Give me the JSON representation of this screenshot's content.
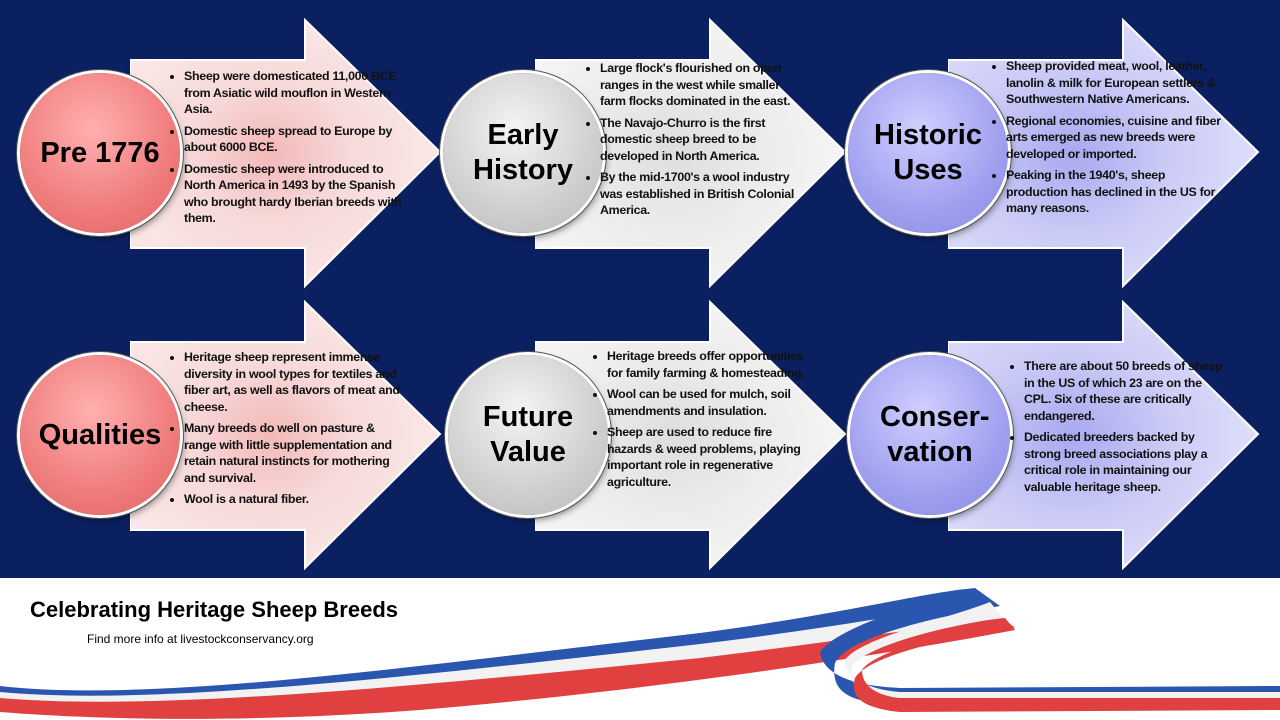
{
  "panels": [
    {
      "title": "Pre 1776",
      "bullets": [
        "Sheep were domesticated 11,000 BCE from Asiatic wild mouflon in Western Asia.",
        "Domestic sheep spread to Europe by about 6000 BCE.",
        "Domestic sheep were introduced to North America in 1493 by the Spanish who brought hardy Iberian breeds with them."
      ]
    },
    {
      "title": "Early History",
      "bullets": [
        "Large flock's flourished on open ranges in the west while smaller farm flocks dominated in the east.",
        "The Navajo-Churro is the first domestic sheep breed to be developed in North America.",
        "By the mid-1700's a wool industry was established in British Colonial America."
      ]
    },
    {
      "title": "Historic Uses",
      "bullets": [
        "Sheep provided meat, wool, leather, lanolin & milk for European settlers & Southwestern Native Americans.",
        "Regional economies, cuisine and fiber arts emerged as new breeds were developed or imported.",
        "Peaking in the 1940's, sheep production has declined in the US for many reasons."
      ]
    },
    {
      "title": "Qualities",
      "bullets": [
        "Heritage sheep represent immense diversity in wool types for textiles and fiber art, as well as flavors of meat and cheese.",
        "Many breeds do well on pasture & range with little supplementation and retain natural instincts for mothering and survival.",
        "Wool is a natural fiber."
      ]
    },
    {
      "title": "Future Value",
      "bullets": [
        "Heritage breeds offer opportunities for family farming & homesteading.",
        "Wool can be used for mulch, soil amendments and insulation.",
        "Sheep are used to reduce fire hazards & weed problems, playing important role in regenerative agriculture."
      ]
    },
    {
      "title": "Conser-vation",
      "bullets": [
        "There are about 50 breeds of sheep in the US of which 23 are on the CPL. Six of these are critically endangered.",
        "Dedicated breeders backed by strong breed associations play a critical role in maintaining our valuable heritage sheep."
      ]
    }
  ],
  "footer": {
    "title": "Celebrating Heritage Sheep Breeds",
    "link": "Find more info at livestockconservancy.org"
  },
  "colors": {
    "background": "#0b2060",
    "red": "#f07c7c",
    "gray": "#cfcfcf",
    "blue": "#a0a0f0"
  }
}
